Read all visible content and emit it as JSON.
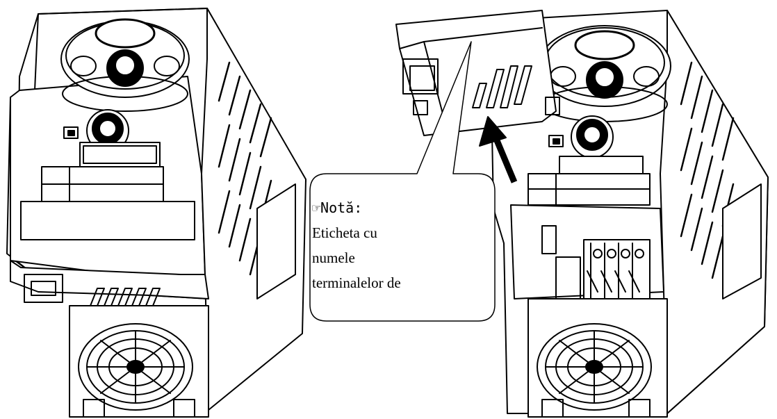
{
  "callout": {
    "icon": "pointing-hand-icon",
    "icon_glyph": "☞",
    "title": "Notă:",
    "lines": [
      "Eticheta cu",
      "numele",
      "terminalelor de"
    ]
  },
  "arrow": {
    "color": "#000000",
    "direction": "up-left"
  }
}
